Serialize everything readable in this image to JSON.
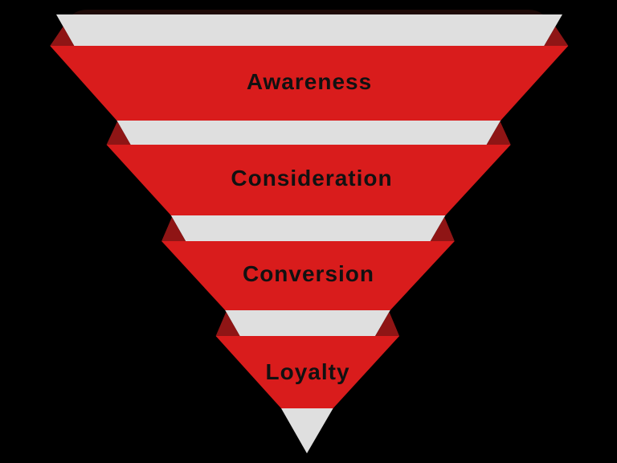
{
  "diagram": {
    "type": "inverted-pyramid-funnel",
    "stages": [
      {
        "label": "Awareness"
      },
      {
        "label": "Consideration"
      },
      {
        "label": "Conversion"
      },
      {
        "label": "Loyalty"
      }
    ],
    "colors": {
      "background": "#000000",
      "funnel_gray": "#dfdfdf",
      "band_red": "#d91c1c",
      "fold_dark_red": "#8f1515",
      "shadow_dark": "#1e0a08",
      "label_color": "#111111"
    }
  }
}
